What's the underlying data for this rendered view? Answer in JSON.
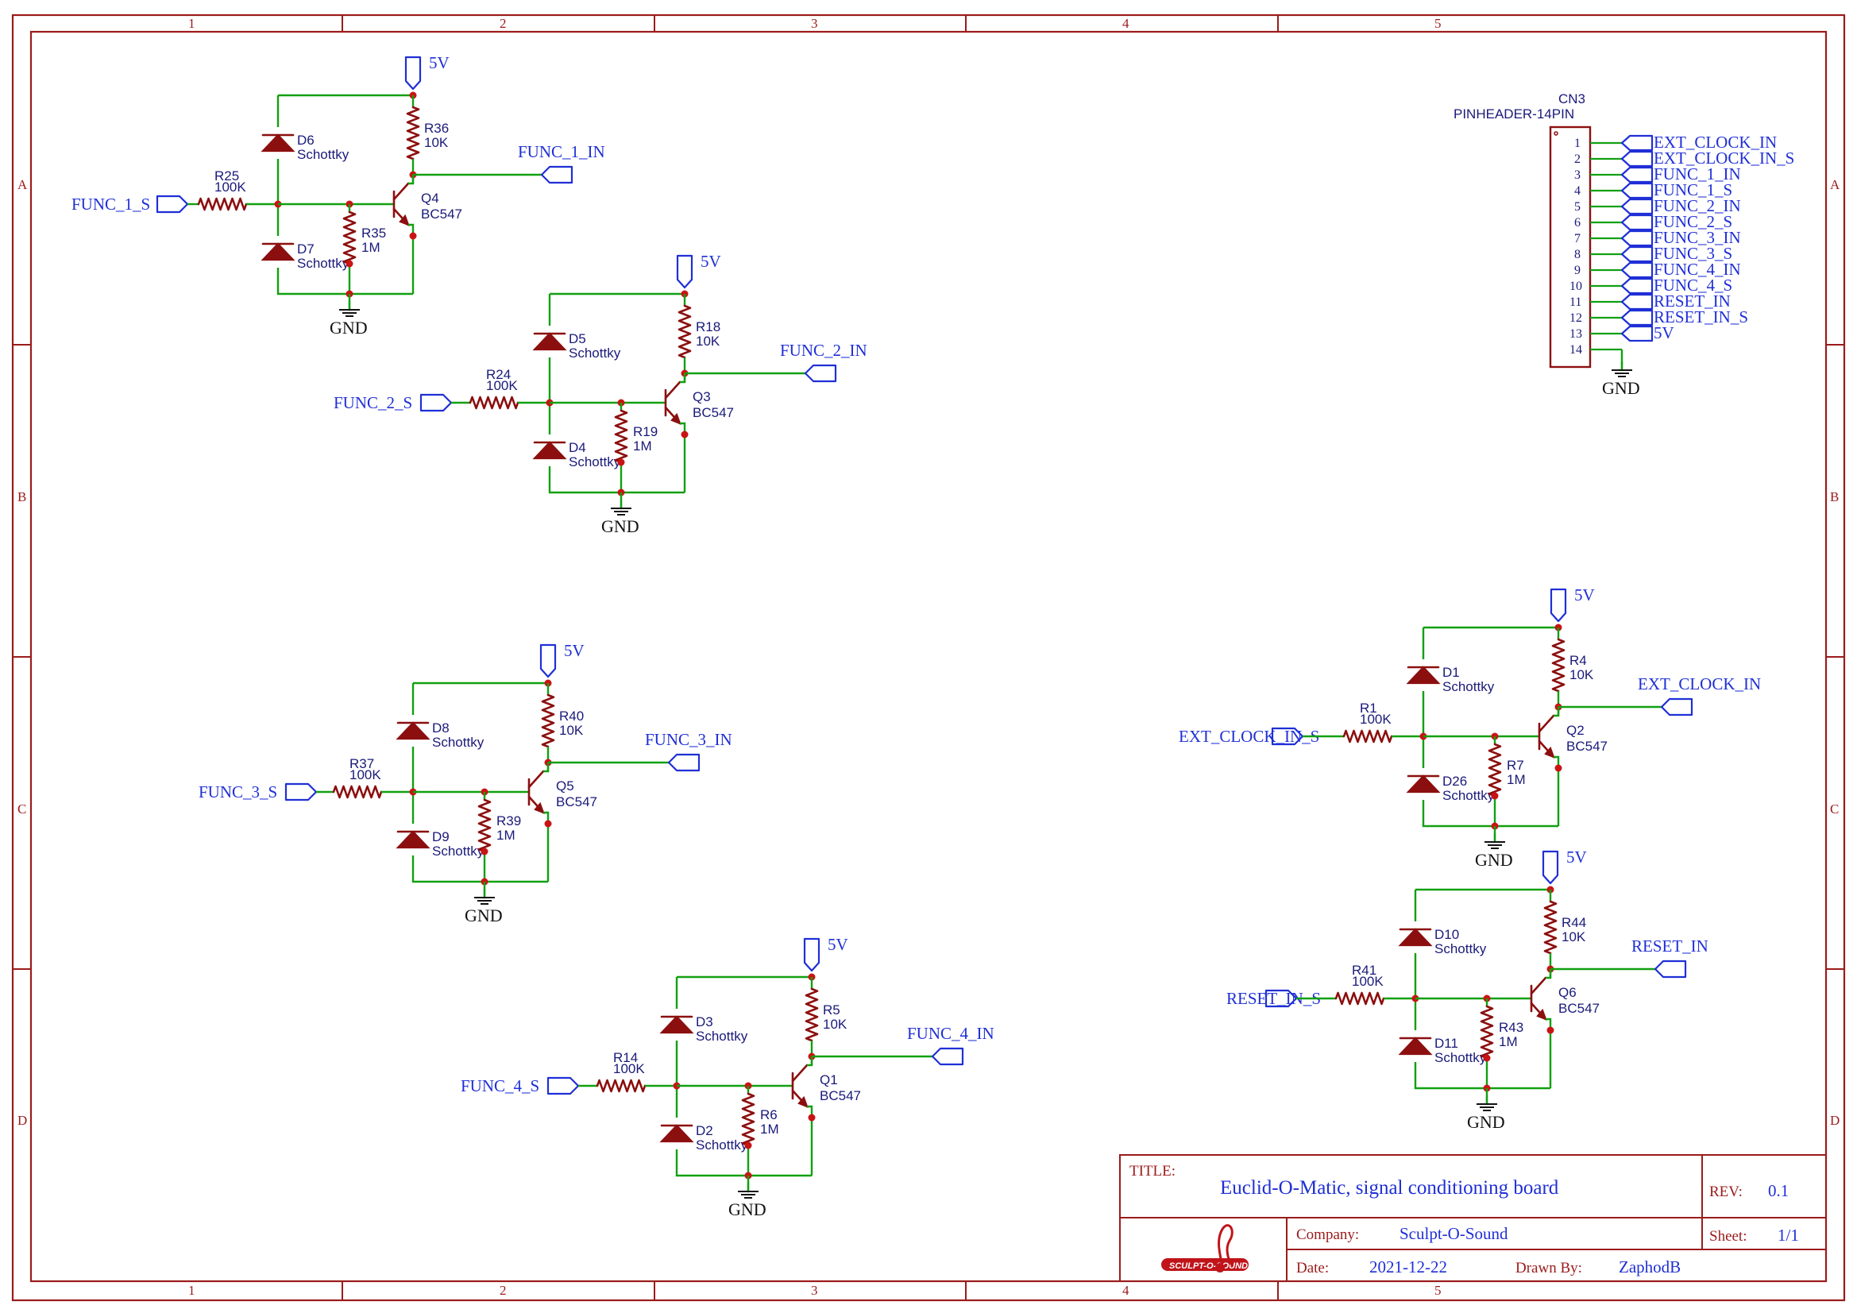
{
  "frame": {
    "columns": [
      "1",
      "2",
      "3",
      "4",
      "5"
    ],
    "rows": [
      "A",
      "B",
      "C",
      "D"
    ]
  },
  "title_block": {
    "title_key": "TITLE:",
    "title": "Euclid-O-Matic, signal conditioning board",
    "rev_key": "REV:",
    "rev": "0.1",
    "company_key": "Company:",
    "company": "Sculpt-O-Sound",
    "sheet_key": "Sheet:",
    "sheet": "1/1",
    "date_key": "Date:",
    "date": "2021-12-22",
    "drawn_key": "Drawn By:",
    "drawn_by": "ZaphodB",
    "logo_text": "SCULPT-O-SOUND"
  },
  "connector": {
    "ref": "CN3",
    "value": "PINHEADER-14PIN",
    "pins": [
      {
        "num": "1",
        "net": "EXT_CLOCK_IN"
      },
      {
        "num": "2",
        "net": "EXT_CLOCK_IN_S"
      },
      {
        "num": "3",
        "net": "FUNC_1_IN"
      },
      {
        "num": "4",
        "net": "FUNC_1_S"
      },
      {
        "num": "5",
        "net": "FUNC_2_IN"
      },
      {
        "num": "6",
        "net": "FUNC_2_S"
      },
      {
        "num": "7",
        "net": "FUNC_3_IN"
      },
      {
        "num": "8",
        "net": "FUNC_3_S"
      },
      {
        "num": "9",
        "net": "FUNC_4_IN"
      },
      {
        "num": "10",
        "net": "FUNC_4_S"
      },
      {
        "num": "11",
        "net": "RESET_IN"
      },
      {
        "num": "12",
        "net": "RESET_IN_S"
      },
      {
        "num": "13",
        "net": "5V"
      },
      {
        "num": "14",
        "net": ""
      }
    ],
    "gnd": "GND"
  },
  "stages": [
    {
      "id": "func1",
      "in_net": "FUNC_1_S",
      "out_net": "FUNC_1_IN",
      "supply": "5V",
      "gnd": "GND",
      "r_in": {
        "ref": "R25",
        "val": "100K"
      },
      "r_pull": {
        "ref": "R35",
        "val": "1M"
      },
      "r_col": {
        "ref": "R36",
        "val": "10K"
      },
      "d_top": {
        "ref": "D6",
        "val": "Schottky"
      },
      "d_bot": {
        "ref": "D7",
        "val": "Schottky"
      },
      "q": {
        "ref": "Q4",
        "val": "BC547"
      }
    },
    {
      "id": "func2",
      "in_net": "FUNC_2_S",
      "out_net": "FUNC_2_IN",
      "supply": "5V",
      "gnd": "GND",
      "r_in": {
        "ref": "R24",
        "val": "100K"
      },
      "r_pull": {
        "ref": "R19",
        "val": "1M"
      },
      "r_col": {
        "ref": "R18",
        "val": "10K"
      },
      "d_top": {
        "ref": "D5",
        "val": "Schottky"
      },
      "d_bot": {
        "ref": "D4",
        "val": "Schottky"
      },
      "q": {
        "ref": "Q3",
        "val": "BC547"
      }
    },
    {
      "id": "func3",
      "in_net": "FUNC_3_S",
      "out_net": "FUNC_3_IN",
      "supply": "5V",
      "gnd": "GND",
      "r_in": {
        "ref": "R37",
        "val": "100K"
      },
      "r_pull": {
        "ref": "R39",
        "val": "1M"
      },
      "r_col": {
        "ref": "R40",
        "val": "10K"
      },
      "d_top": {
        "ref": "D8",
        "val": "Schottky"
      },
      "d_bot": {
        "ref": "D9",
        "val": "Schottky"
      },
      "q": {
        "ref": "Q5",
        "val": "BC547"
      }
    },
    {
      "id": "func4",
      "in_net": "FUNC_4_S",
      "out_net": "FUNC_4_IN",
      "supply": "5V",
      "gnd": "GND",
      "r_in": {
        "ref": "R14",
        "val": "100K"
      },
      "r_pull": {
        "ref": "R6",
        "val": "1M"
      },
      "r_col": {
        "ref": "R5",
        "val": "10K"
      },
      "d_top": {
        "ref": "D3",
        "val": "Schottky"
      },
      "d_bot": {
        "ref": "D2",
        "val": "Schottky"
      },
      "q": {
        "ref": "Q1",
        "val": "BC547"
      }
    },
    {
      "id": "clock",
      "in_net": "EXT_CLOCK_IN_S",
      "out_net": "EXT_CLOCK_IN",
      "supply": "5V",
      "gnd": "GND",
      "r_in": {
        "ref": "R1",
        "val": "100K"
      },
      "r_pull": {
        "ref": "R7",
        "val": "1M"
      },
      "r_col": {
        "ref": "R4",
        "val": "10K"
      },
      "d_top": {
        "ref": "D1",
        "val": "Schottky"
      },
      "d_bot": {
        "ref": "D26",
        "val": "Schottky"
      },
      "q": {
        "ref": "Q2",
        "val": "BC547"
      }
    },
    {
      "id": "reset",
      "in_net": "RESET_IN_S",
      "out_net": "RESET_IN",
      "supply": "5V",
      "gnd": "GND",
      "r_in": {
        "ref": "R41",
        "val": "100K"
      },
      "r_pull": {
        "ref": "R43",
        "val": "1M"
      },
      "r_col": {
        "ref": "R44",
        "val": "10K"
      },
      "d_top": {
        "ref": "D10",
        "val": "Schottky"
      },
      "d_bot": {
        "ref": "D11",
        "val": "Schottky"
      },
      "q": {
        "ref": "Q6",
        "val": "BC547"
      }
    }
  ]
}
